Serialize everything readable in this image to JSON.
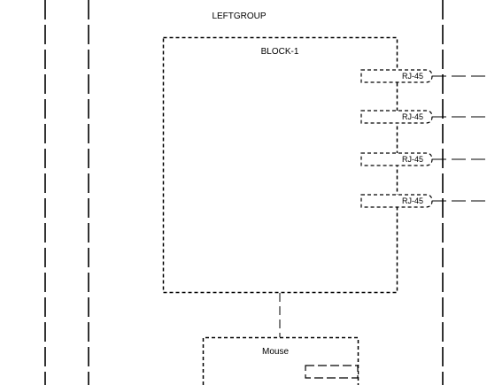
{
  "diagram": {
    "group_label": "LEFTGROUP",
    "block": {
      "label": "BLOCK-1",
      "ports": [
        {
          "label": "RJ-45"
        },
        {
          "label": "RJ-45"
        },
        {
          "label": "RJ-45"
        },
        {
          "label": "RJ-45"
        }
      ]
    },
    "mouse": {
      "label": "Mouse"
    },
    "colors": {
      "stroke": "#000000",
      "background": "#ffffff"
    }
  }
}
